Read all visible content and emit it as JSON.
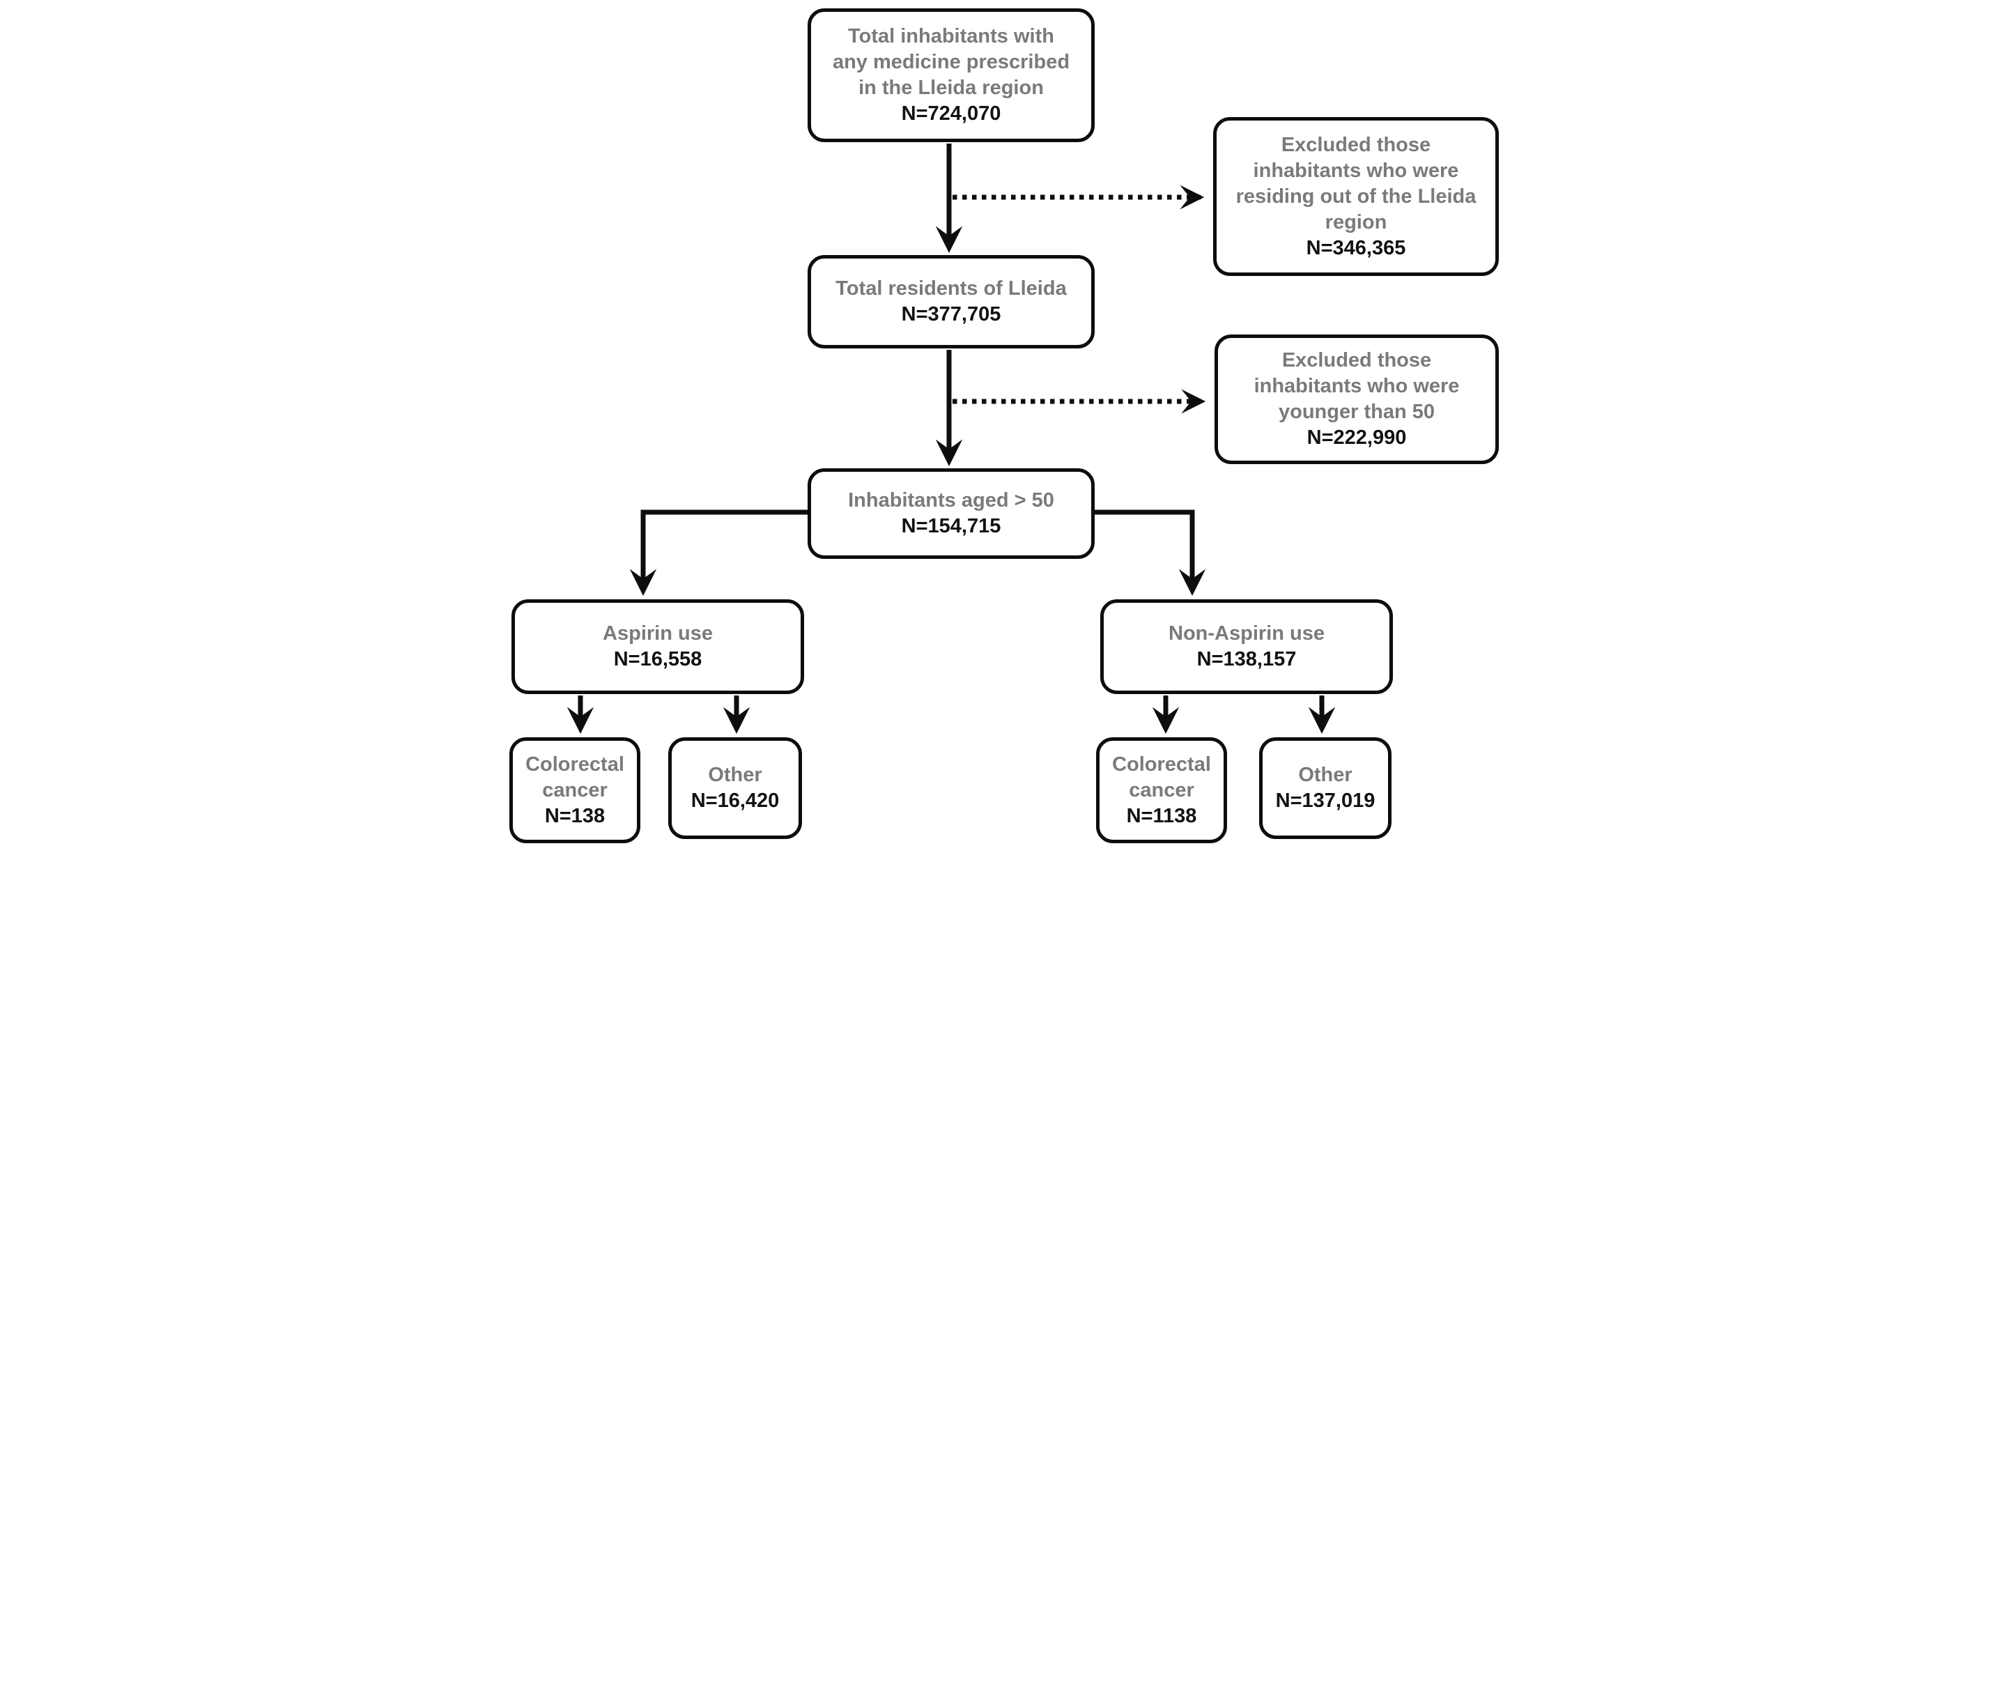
{
  "figure": {
    "type": "flow-diagram",
    "background": "#ffffff",
    "colors": {
      "box_border": "#0d0d0d",
      "box_background": "#ffffff",
      "label_text": "#7a7a7a",
      "count_text": "#121212",
      "arrow": "#0d0d0d"
    },
    "nodes": [
      {
        "id": "total-prescribed",
        "label": "Total inhabitants with any medicine prescribed in the Lleida region",
        "label_lines": [
          "Total inhabitants with",
          "any medicine prescribed",
          "in the Lleida region"
        ],
        "n": "N=724,070"
      },
      {
        "id": "excluded-out-of-region",
        "label": "Excluded those inhabitants who were residing out of the Lleida region",
        "label_lines": [
          "Excluded those",
          "inhabitants who were",
          "residing out of the Lleida",
          "region"
        ],
        "n": "N=346,365"
      },
      {
        "id": "total-residents",
        "label": "Total residents of Lleida",
        "label_lines": [
          "Total residents of Lleida"
        ],
        "n": "N=377,705"
      },
      {
        "id": "excluded-younger-than-50",
        "label": "Excluded those inhabitants who were younger than 50",
        "label_lines": [
          "Excluded those",
          "inhabitants who were",
          "younger than 50"
        ],
        "n": "N=222,990"
      },
      {
        "id": "inhabitants-aged-over-50",
        "label": "Inhabitants aged > 50",
        "label_lines": [
          "Inhabitants aged > 50"
        ],
        "n": "N=154,715"
      },
      {
        "id": "aspirin-use",
        "label": "Aspirin use",
        "label_lines": [
          "Aspirin use"
        ],
        "n": "N=16,558"
      },
      {
        "id": "non-aspirin-use",
        "label": "Non-Aspirin use",
        "label_lines": [
          "Non-Aspirin use"
        ],
        "n": "N=138,157"
      },
      {
        "id": "aspirin-colorectal-cancer",
        "label": "Colorectal cancer",
        "label_lines": [
          "Colorectal",
          "cancer"
        ],
        "n": "N=138"
      },
      {
        "id": "aspirin-other",
        "label": "Other",
        "label_lines": [
          "Other"
        ],
        "n": "N=16,420"
      },
      {
        "id": "non-aspirin-colorectal-cancer",
        "label": "Colorectal cancer",
        "label_lines": [
          "Colorectal",
          "cancer"
        ],
        "n": "N=1138"
      },
      {
        "id": "non-aspirin-other",
        "label": "Other",
        "label_lines": [
          "Other"
        ],
        "n": "N=137,019"
      }
    ],
    "edges": [
      {
        "from": "total-prescribed",
        "to": "total-residents",
        "style": "solid"
      },
      {
        "from": "total-prescribed",
        "to": "excluded-out-of-region",
        "style": "dotted"
      },
      {
        "from": "total-residents",
        "to": "inhabitants-aged-over-50",
        "style": "solid"
      },
      {
        "from": "total-residents",
        "to": "excluded-younger-than-50",
        "style": "dotted"
      },
      {
        "from": "inhabitants-aged-over-50",
        "to": "aspirin-use",
        "style": "solid"
      },
      {
        "from": "inhabitants-aged-over-50",
        "to": "non-aspirin-use",
        "style": "solid"
      },
      {
        "from": "aspirin-use",
        "to": "aspirin-colorectal-cancer",
        "style": "solid"
      },
      {
        "from": "aspirin-use",
        "to": "aspirin-other",
        "style": "solid"
      },
      {
        "from": "non-aspirin-use",
        "to": "non-aspirin-colorectal-cancer",
        "style": "solid"
      },
      {
        "from": "non-aspirin-use",
        "to": "non-aspirin-other",
        "style": "solid"
      }
    ]
  }
}
